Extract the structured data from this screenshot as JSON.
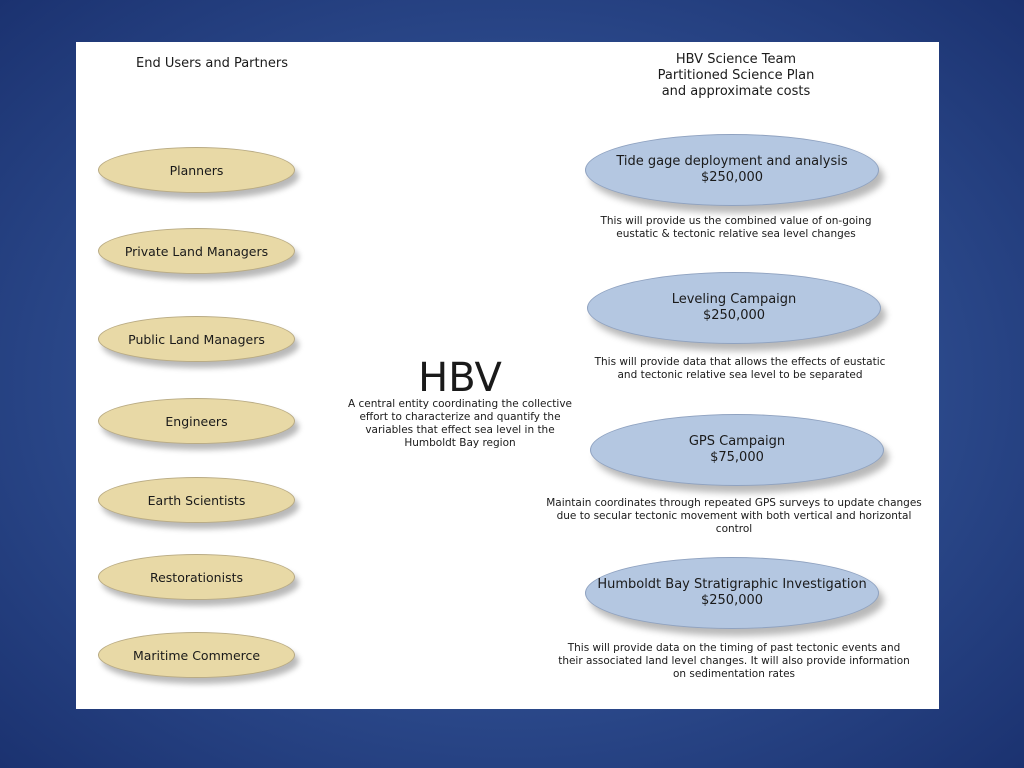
{
  "left_heading": "End Users and Partners",
  "right_heading": {
    "line1": "HBV Science Team",
    "line2": "Partitioned Science Plan",
    "line3": "and approximate costs"
  },
  "users": [
    {
      "label": "Planners"
    },
    {
      "label": "Private Land Managers"
    },
    {
      "label": "Public Land Managers"
    },
    {
      "label": "Engineers"
    },
    {
      "label": "Earth Scientists"
    },
    {
      "label": "Restorationists"
    },
    {
      "label": "Maritime Commerce"
    }
  ],
  "center": {
    "title": "HBV",
    "description": "A central entity coordinating the collective effort to characterize and quantify the variables that effect sea level in the Humboldt Bay region"
  },
  "plans": [
    {
      "name": "Tide gage deployment and analysis",
      "cost": "$250,000",
      "desc_lines": [
        "This will provide us the combined value of on-going",
        "eustatic & tectonic relative sea level changes"
      ]
    },
    {
      "name": "Leveling Campaign",
      "cost": "$250,000",
      "desc_lines": [
        "This will provide data that allows the effects of eustatic",
        "and tectonic relative sea level to be separated"
      ]
    },
    {
      "name": "GPS Campaign",
      "cost": "$75,000",
      "desc_lines": [
        "Maintain coordinates through repeated GPS surveys to update changes",
        "due to secular tectonic movement with both vertical and horizontal control"
      ]
    },
    {
      "name": "Humboldt Bay Stratigraphic Investigation",
      "cost": "$250,000",
      "desc_lines": [
        "This will provide data on the timing of past tectonic events and",
        "their associated land level changes. It will also provide information",
        "on sedimentation rates"
      ]
    }
  ],
  "colors": {
    "user_oval": "#e8d9a6",
    "plan_oval": "#b4c7e1",
    "background": "#2c4a8c"
  }
}
